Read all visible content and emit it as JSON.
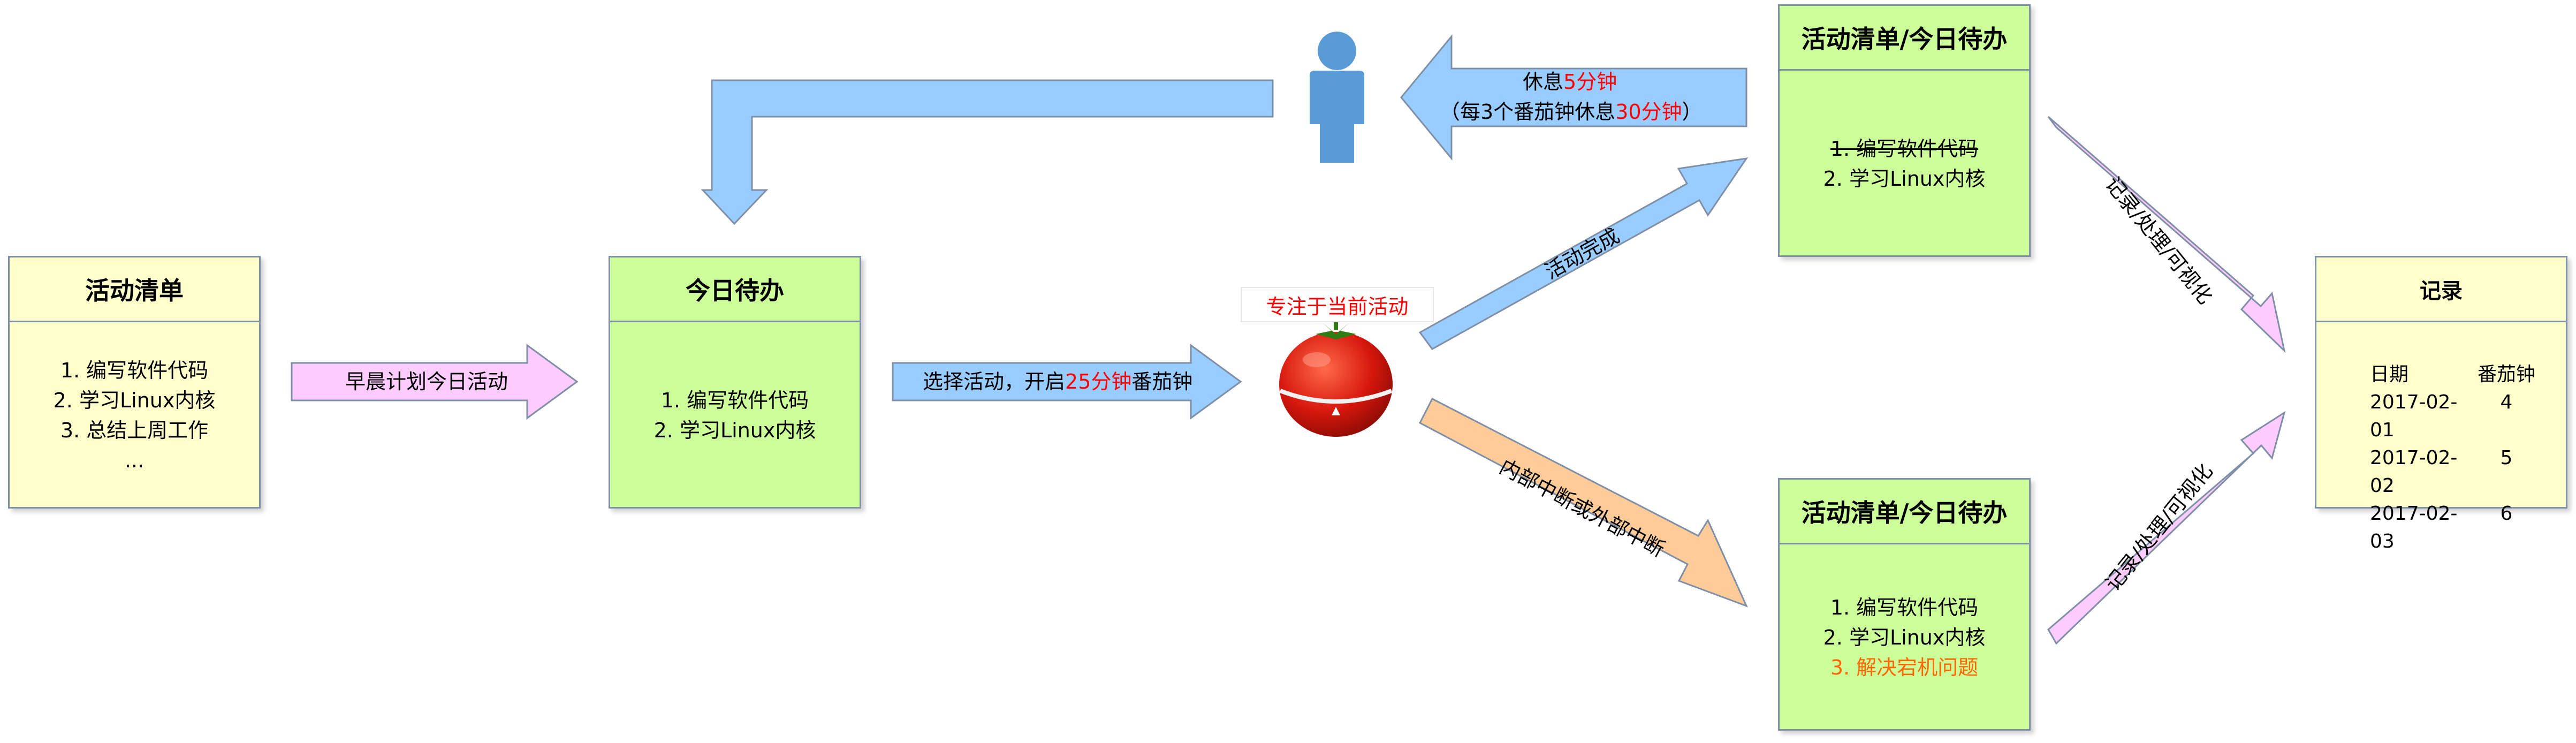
{
  "boxes": {
    "activity_list": {
      "title": "活动清单",
      "items": [
        "1. 编写软件代码",
        "2. 学习Linux内核",
        "3. 总结上周工作",
        "..."
      ]
    },
    "today_todo": {
      "title": "今日待办",
      "items": [
        "1. 编写软件代码",
        "2. 学习Linux内核"
      ]
    },
    "done_state": {
      "title": "活动清单/今日待办",
      "items": [
        "1. 编写软件代码",
        "2. 学习Linux内核"
      ]
    },
    "interrupt_state": {
      "title": "活动清单/今日待办",
      "items": [
        "1. 编写软件代码",
        "2. 学习Linux内核",
        "3. 解决宕机问题"
      ]
    },
    "record": {
      "title": "记录",
      "header": [
        "日期",
        "番茄钟"
      ],
      "rows": [
        [
          "2017-02-01",
          "4"
        ],
        [
          "2017-02-02",
          "5"
        ],
        [
          "2017-02-03",
          "6"
        ]
      ]
    }
  },
  "arrows": {
    "morning_plan": "早晨计划今日活动",
    "select_pre": "选择活动，开启",
    "select_highlight": "25分钟",
    "select_post": "番茄钟",
    "activity_done": "活动完成",
    "interrupt": "内部中断或外部中断",
    "rest_pre": "休息",
    "rest_highlight": "5分钟",
    "rest2_pre": "（每3个番茄钟休息",
    "rest2_highlight": "30分钟",
    "rest2_post": "）",
    "record_top": "记录/处理/可视化",
    "record_bottom": "记录/处理/可视化"
  },
  "focus_note": "专注于当前活动",
  "icons": [
    "person-icon",
    "tomato-timer-icon"
  ],
  "colors": {
    "yellow_box": "#ffffcc",
    "green_box": "#ccff99",
    "blue_arrow": "#99ccff",
    "pink_arrow": "#ffccff",
    "orange_arrow": "#ffcc99",
    "highlight_red": "#ff0000",
    "highlight_orange": "#ff6600"
  }
}
